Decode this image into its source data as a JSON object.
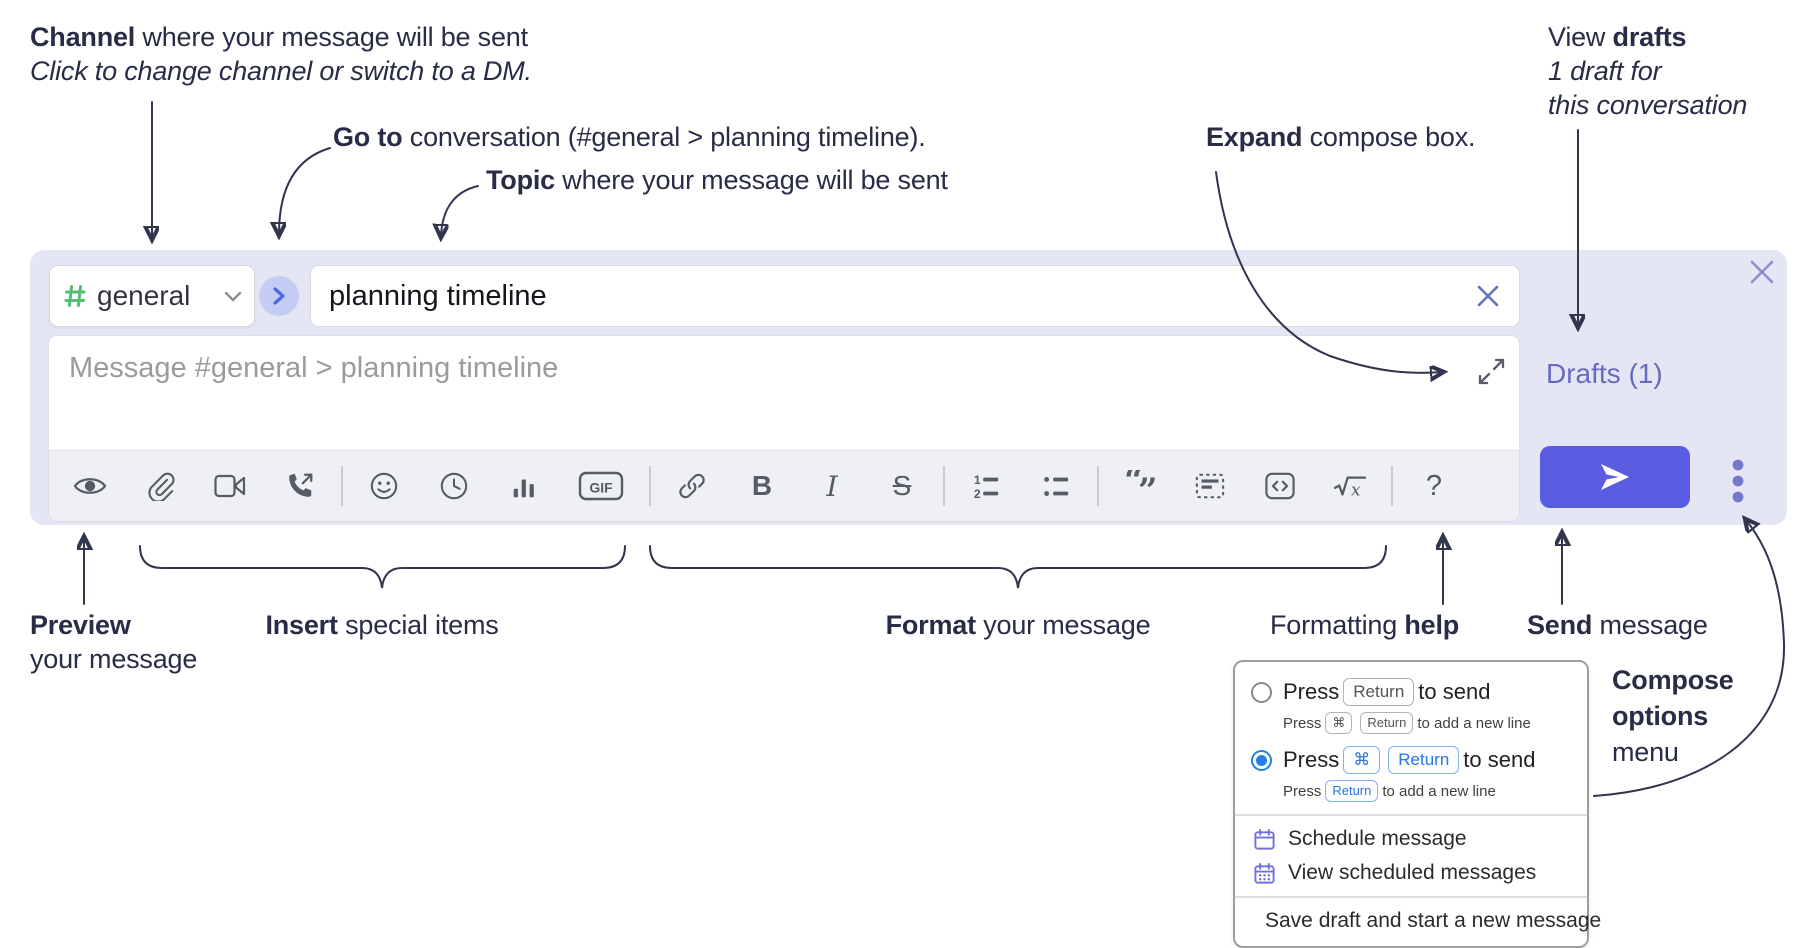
{
  "annotations": {
    "channel": {
      "bold": "Channel",
      "rest": " where your message will be sent",
      "sub": "Click to change channel or switch to a DM."
    },
    "goto": {
      "bold": "Go to",
      "rest": " conversation (#general > planning timeline)."
    },
    "topic": {
      "bold": "Topic",
      "rest": " where your message will be sent"
    },
    "expand": {
      "bold": "Expand",
      "rest": " compose box."
    },
    "view_drafts": {
      "pre": "View ",
      "bold": "drafts",
      "line2": "1 draft for",
      "line3": "this conversation"
    },
    "preview": {
      "bold": "Preview",
      "line2": "your message"
    },
    "insert": {
      "bold": "Insert",
      "rest": " special items"
    },
    "format": {
      "bold": "Format",
      "rest": " your message"
    },
    "formatting_help": {
      "pre": "Formatting ",
      "bold": "help"
    },
    "send": {
      "bold": "Send",
      "rest": " message"
    },
    "compose_options": {
      "line1": "Compose",
      "line2": "options",
      "line3": "menu"
    }
  },
  "composer": {
    "channel_name": "general",
    "topic_value": "planning timeline",
    "message_placeholder": "Message #general > planning timeline",
    "drafts_link": "Drafts (1)",
    "gif_label": "GIF",
    "help_label": "?",
    "toolbar_icons": [
      "preview-icon",
      "attach-file-icon",
      "video-call-icon",
      "voice-call-icon",
      "emoji-icon",
      "time-icon",
      "poll-icon",
      "gif-icon",
      "link-icon",
      "bold-icon",
      "italic-icon",
      "strikethrough-icon",
      "numbered-list-icon",
      "bulleted-list-icon",
      "quote-icon",
      "spoiler-icon",
      "code-icon",
      "math-icon",
      "help-icon"
    ]
  },
  "options_menu": {
    "press": "Press",
    "key_return": "Return",
    "key_cmd": "⌘",
    "to_send": "to send",
    "to_new_line": "to add a new line",
    "items": [
      "Schedule message",
      "View scheduled messages",
      "Save draft and start a new message"
    ]
  },
  "colors": {
    "accent_send": "#5a5de2",
    "drafts_link": "#676ac1",
    "channel_hash_green": "#57bd71",
    "radio_selected_blue": "#2180e0",
    "menu_icon_purple": "#6f72d6",
    "compose_background": "#e4e6f4"
  }
}
